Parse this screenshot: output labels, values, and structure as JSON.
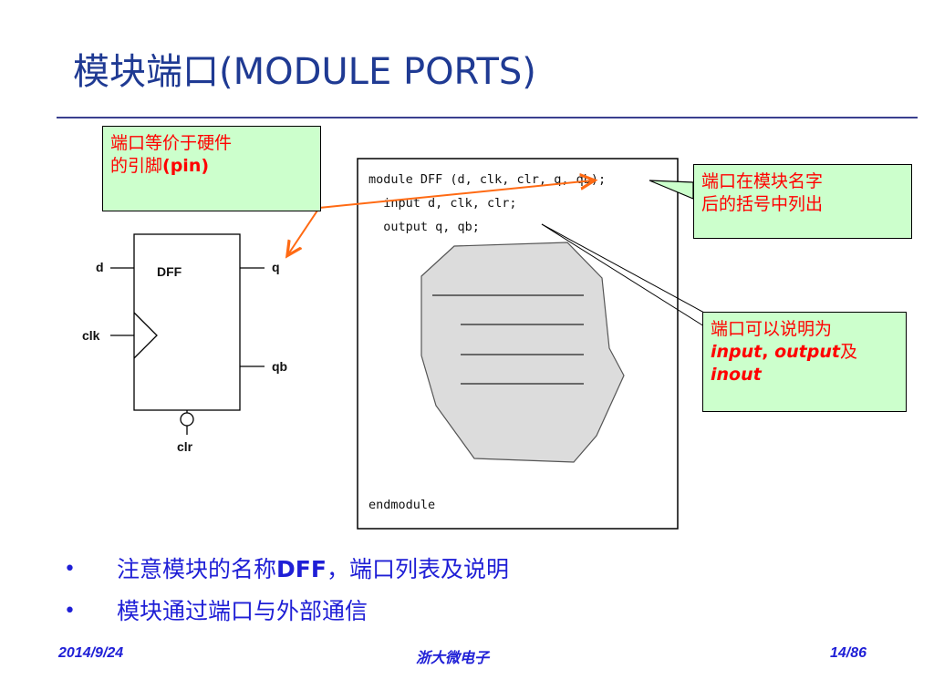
{
  "slide": {
    "title": "模块端口(MODULE PORTS)",
    "callouts": {
      "pin": {
        "line1": "端口等价于硬件",
        "line2_prefix": "的引脚",
        "line2_bold": "(pin)"
      },
      "name": {
        "line1": "端口在模块名字",
        "line2": "后的括号中列出"
      },
      "decl": {
        "line1": "端口可以说明为",
        "line2_a": "input",
        "line2_b": ", ",
        "line2_c": "output",
        "line2_d": "及",
        "line3": "inout"
      }
    },
    "dff": {
      "block_label": "DFF",
      "pins": {
        "d": "d",
        "clk": "clk",
        "q": "q",
        "qb": "qb",
        "clr": "clr"
      }
    },
    "code": {
      "line1": "module DFF (d, clk, clr, q, qb);",
      "line2": "  input d, clk, clr;",
      "line3": "  output q, qb;",
      "line4": "endmodule"
    },
    "bullets": [
      {
        "marker": "•",
        "text_a": "注意模块的名称",
        "text_b": "DFF",
        "text_c": "，端口列表及说明"
      },
      {
        "marker": "•",
        "text_a": "模块通过端口与外部通信"
      }
    ],
    "footer": {
      "date": "2014/9/24",
      "org": "浙大微电子",
      "page": "14/86"
    }
  },
  "colors": {
    "title": "#1f3a93",
    "callout_bg": "#ccffcc",
    "callout_text": "#ff0000",
    "arrow": "#ff6a13",
    "body_text": "#1f1fd6",
    "blob": "#dcdcdc"
  }
}
